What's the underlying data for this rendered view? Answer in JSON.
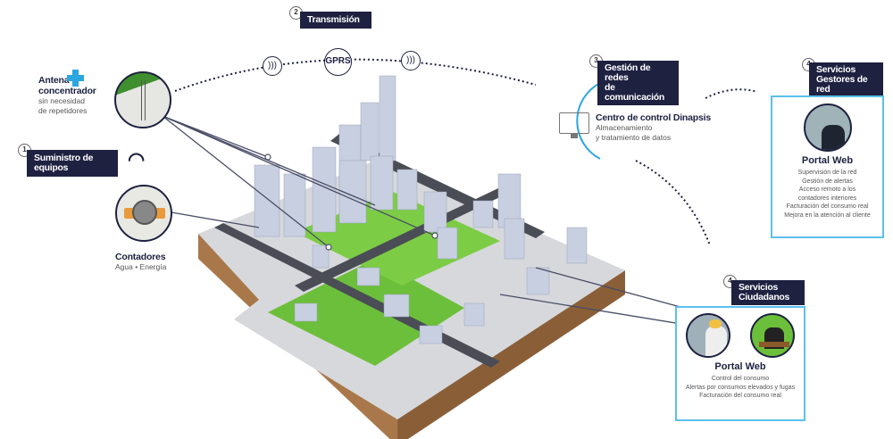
{
  "step1": {
    "number": "1",
    "label": "Suministro de equipos"
  },
  "step2": {
    "number": "2",
    "label": "Transmisión",
    "gprs": "GPRS"
  },
  "step3": {
    "number": "3",
    "label_line1": "Gestión de redes",
    "label_line2": "de comunicación",
    "center_title": "Centro de control Dinapsis",
    "center_line1": "Almacenamiento",
    "center_line2": "y tratamiento de datos"
  },
  "antenna": {
    "title_line1": "Antena",
    "title_line2": "concentrador",
    "sub_line1": "sin necesidad",
    "sub_line2": "de repetidores"
  },
  "meters": {
    "title": "Contadores",
    "sub": "Agua • Energía"
  },
  "managers": {
    "number": "4",
    "label_line1": "Servicios",
    "label_line2": "Gestores de red",
    "portal": "Portal Web",
    "items": [
      "Supervisión de la red",
      "Gestión de alertas",
      "Acceso remoto a los",
      "contadores interiores",
      "Facturación del consumo real",
      "Mejora en la atención al cliente"
    ]
  },
  "citizens": {
    "number": "4",
    "label_line1": "Servicios",
    "label_line2": "Ciudadanos",
    "portal": "Portal Web",
    "items": [
      "Control del consumo",
      "Alertas por consumos elevados y fugas",
      "Facturación del consumo real"
    ]
  },
  "colors": {
    "navy": "#1e2140",
    "accent": "#5bc0eb",
    "plus": "#2aa6e0",
    "grass": "#6cbf3a",
    "dirt": "#a9784a"
  }
}
